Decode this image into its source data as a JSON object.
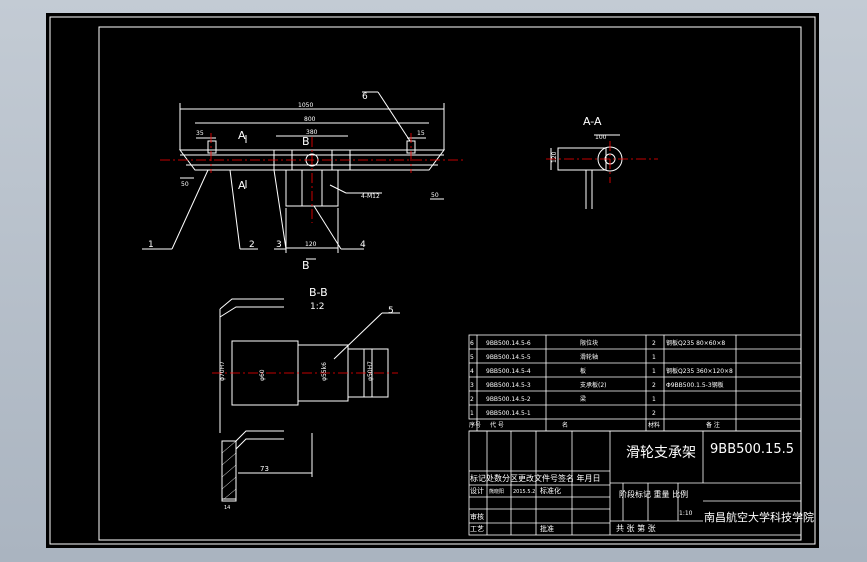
{
  "drawing": {
    "overall_length": "1050",
    "inner_length": "800",
    "center_dim": "380",
    "left_end_dim": "35",
    "right_end_dim": "15",
    "left_offset_dim": "50",
    "right_offset_dim": "50",
    "plate_width_dim": "120",
    "hole_callout": "4-M12",
    "section_a_marker": "A",
    "section_b_marker": "B",
    "balloons": [
      "1",
      "2",
      "3",
      "4",
      "5",
      "6"
    ],
    "section_aa": {
      "title": "A-A",
      "dim_100": "100",
      "dim_120": "120"
    },
    "section_bb": {
      "title": "B-B",
      "scale": "1:2",
      "dim_73": "73",
      "dim_14": "14",
      "dia_1": "φ70H7",
      "dia_2": "φ60",
      "dia_3": "φ55k6",
      "dia_4": "φ50H7"
    }
  },
  "bom": {
    "rows": [
      {
        "seq": "6",
        "code": "9BB500.14.5-6",
        "name": "限位块",
        "qty": "2",
        "material": "钢板Q235 80×60×8"
      },
      {
        "seq": "5",
        "code": "9BB500.14.5-5",
        "name": "滑轮轴",
        "qty": "1",
        "material": ""
      },
      {
        "seq": "4",
        "code": "9BB500.14.5-4",
        "name": "板",
        "qty": "1",
        "material": "钢板Q235 360×120×8"
      },
      {
        "seq": "3",
        "code": "9BB500.14.5-3",
        "name": "支承板(2)",
        "qty": "2",
        "material": "Φ9BB500.1.5-3钢板"
      },
      {
        "seq": "2",
        "code": "9BB500.14.5-2",
        "name": "梁",
        "qty": "1",
        "material": ""
      },
      {
        "seq": "1",
        "code": "9BB500.14.5-1",
        "name": "",
        "qty": "2",
        "material": ""
      }
    ],
    "header": {
      "seq": "序号",
      "code": "代 号",
      "name": "名",
      "qty": "",
      "material": "材料",
      "remark": "备 注"
    }
  },
  "title_block": {
    "part_name": "滑轮支承架",
    "drawing_no": "9BB500.15.5",
    "org": "南昌航空大学科技学院",
    "row_labels": "标记处数分区更改文件号签名 年月日",
    "design": "设计",
    "designer": "熊晓阳",
    "design_date": "2015.5.2",
    "standardize": "标准化",
    "review": "审核",
    "process": "工艺",
    "approve": "批准",
    "stage_label": "阶段标记 重量 比例",
    "scale": "1:10",
    "sheets": "共  张 第  张"
  },
  "colors": {
    "line": "#ffffff",
    "bg": "#000000",
    "accent": "#ff0000"
  }
}
